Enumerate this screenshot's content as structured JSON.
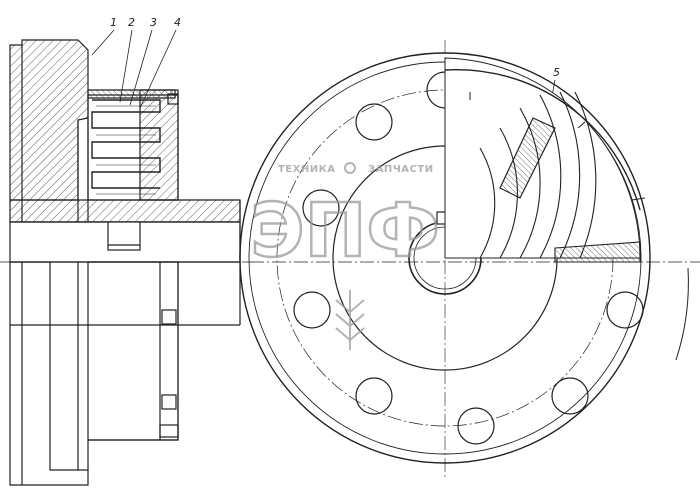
{
  "callouts": [
    "1",
    "2",
    "3",
    "4",
    "5"
  ],
  "watermark": {
    "line1_left": "ТЕХНИКА",
    "line1_right": "ЗАПЧАСТИ",
    "big": "ЭПФ",
    "color": "#9a9a9a"
  },
  "colors": {
    "ink": "#222222",
    "background": "#ffffff"
  }
}
